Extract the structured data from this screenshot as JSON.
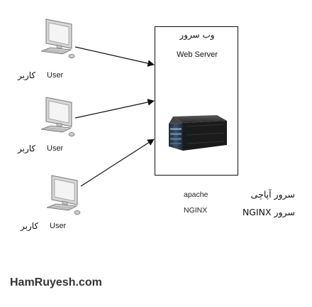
{
  "server": {
    "title_fa": "وب سرور",
    "title_en": "Web Server"
  },
  "users": [
    {
      "label_en": "User",
      "label_fa": "کاربر"
    },
    {
      "label_en": "User",
      "label_fa": "کاربر"
    },
    {
      "label_en": "User",
      "label_fa": "کاربر"
    }
  ],
  "software": {
    "apache_en": "apache",
    "nginx_en": "NGINX",
    "apache_fa": "سرور آپاچی",
    "nginx_fa": "سرور NGINX"
  },
  "brand": "HamRuyesh.com",
  "icons": [
    "computer-icon",
    "server-icon",
    "arrow-icon"
  ]
}
